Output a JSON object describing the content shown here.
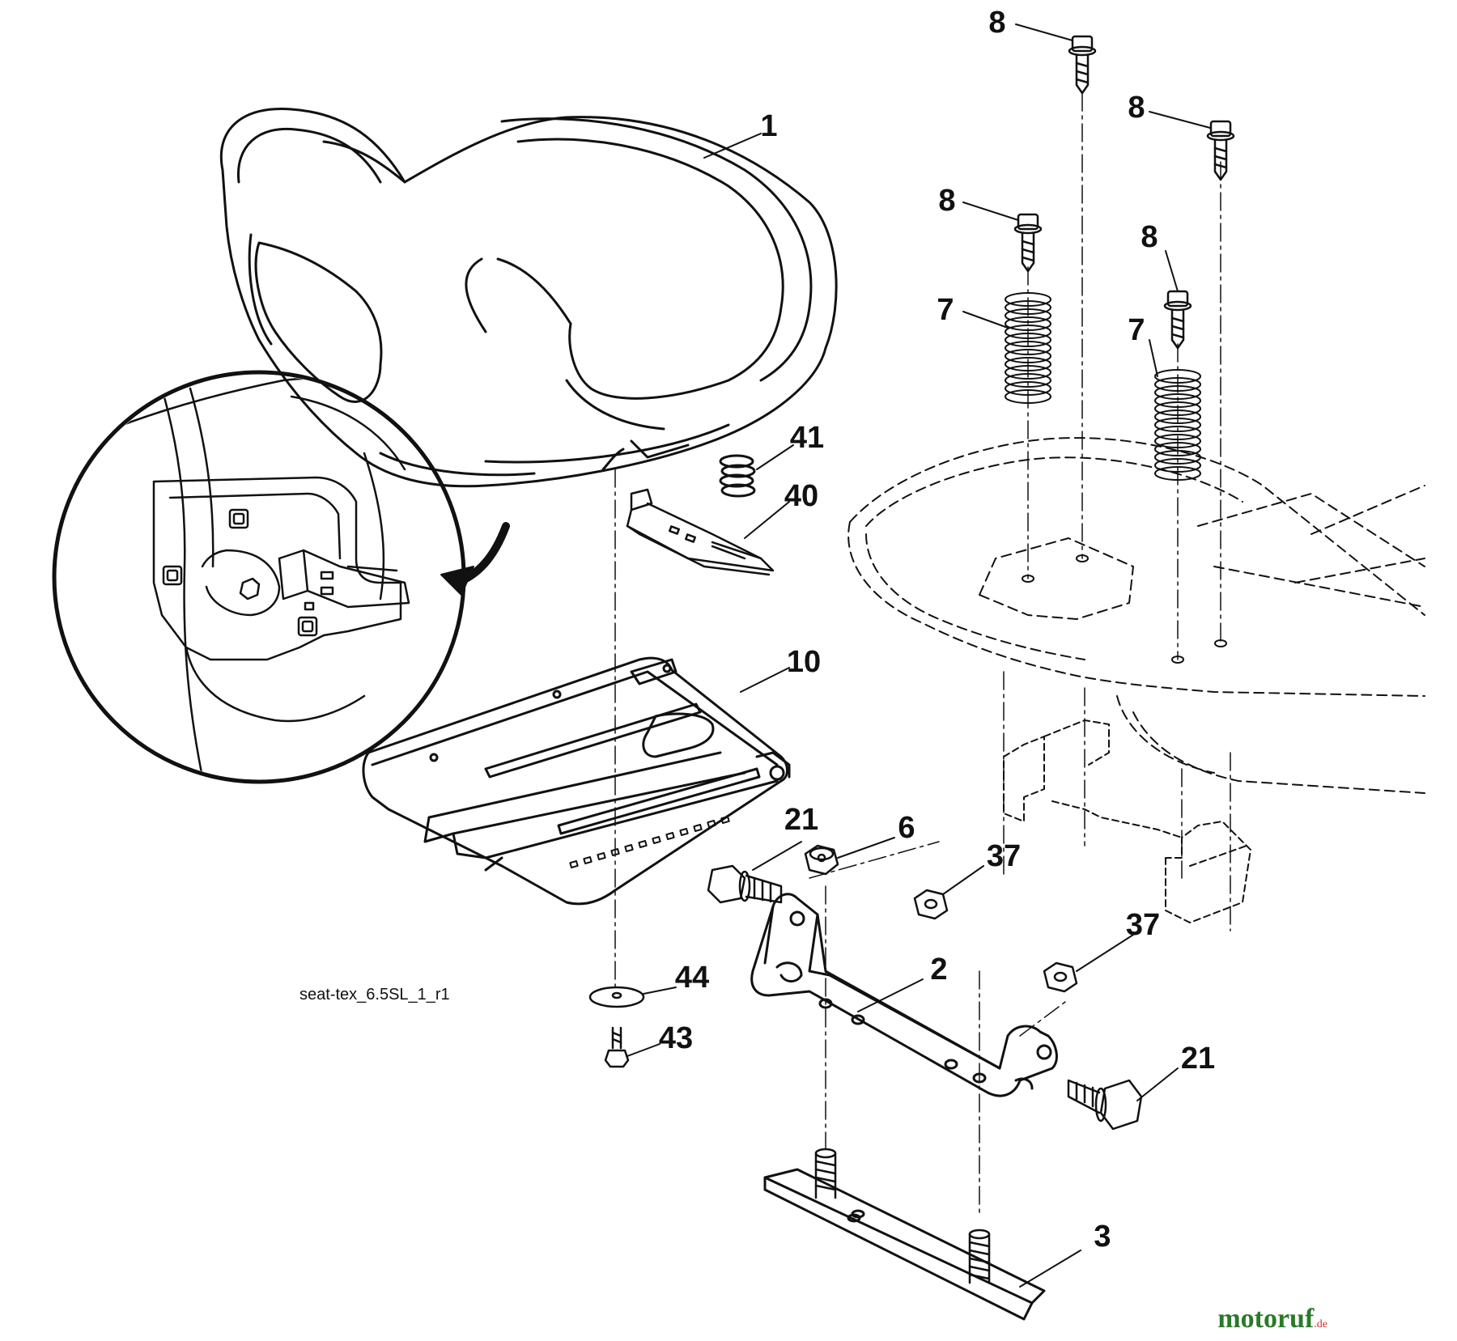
{
  "callouts": {
    "seat": "1",
    "bracket": "2",
    "plate": "3",
    "nut_6": "6",
    "spring_7a": "7",
    "spring_7b": "7",
    "bolt_8a": "8",
    "bolt_8b": "8",
    "bolt_8c": "8",
    "bolt_8d": "8",
    "seat_pan": "10",
    "bolt_21a": "21",
    "bolt_21b": "21",
    "nut_37a": "37",
    "nut_37b": "37",
    "clip_40": "40",
    "spring_41": "41",
    "screw_43": "43",
    "washer_44": "44"
  },
  "caption": "seat-tex_6.5SL_1_r1",
  "watermark": {
    "brand": "motoruf",
    "domain": ".de",
    "color_a": "#2a7a2a",
    "color_b": "#c83232"
  },
  "colors": {
    "line": "#111111",
    "background": "#ffffff"
  }
}
